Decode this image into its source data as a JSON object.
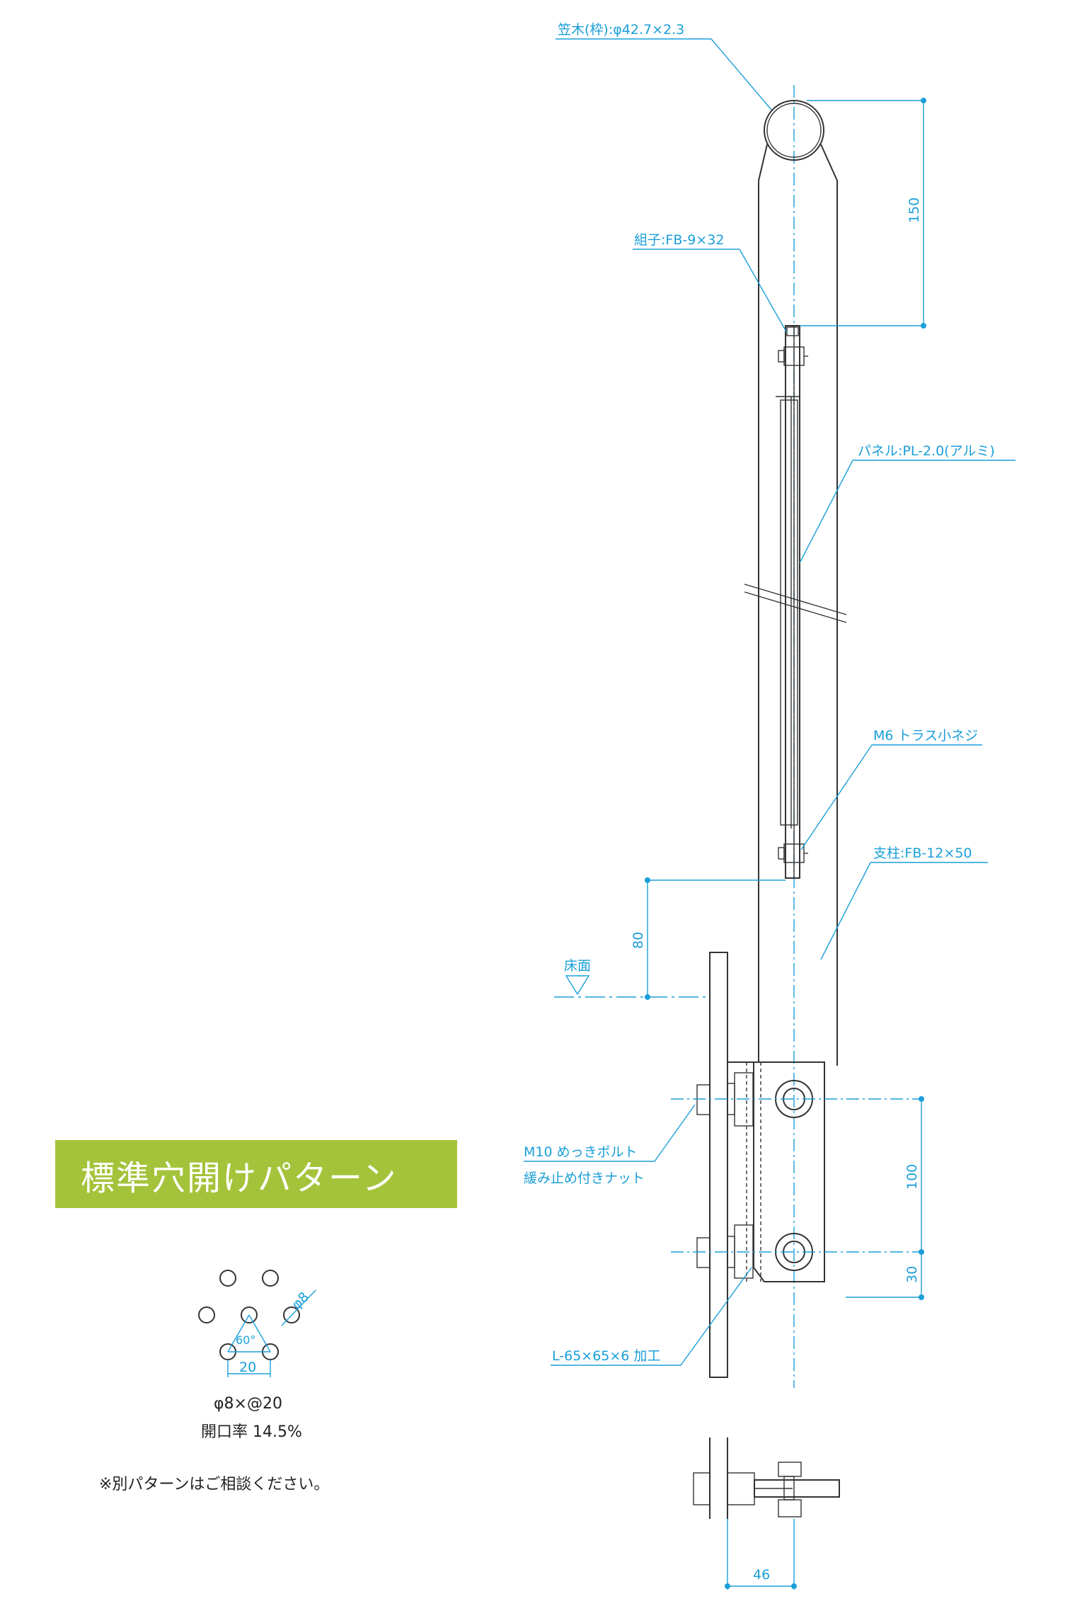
{
  "labels": {
    "kasagi": "笠木(枠):φ42.7×2.3",
    "kumiko": "組子:FB-9×32",
    "panel": "パネル:PL-2.0(アルミ)",
    "screw": "M6 トラス小ネジ",
    "post": "支柱:FB-12×50",
    "floor": "床面",
    "bolt_1": "M10 めっきボルト",
    "bolt_2": "緩み止め付きナット",
    "angle": "L-65×65×6 加工"
  },
  "dimensions": {
    "d150": "150",
    "d80": "80",
    "d100": "100",
    "d30": "30",
    "d46": "46"
  },
  "pattern": {
    "title": "標準穴開けパターン",
    "hole_label": "φ8",
    "angle_label": "60°",
    "pitch_label": "20",
    "spec": "φ8×@20",
    "ratio": "開口率 14.5%",
    "note": "※別パターンはご相談ください。"
  },
  "colors": {
    "accent": "#1a9fd8",
    "banner": "#a5c33a",
    "line": "#333333"
  }
}
